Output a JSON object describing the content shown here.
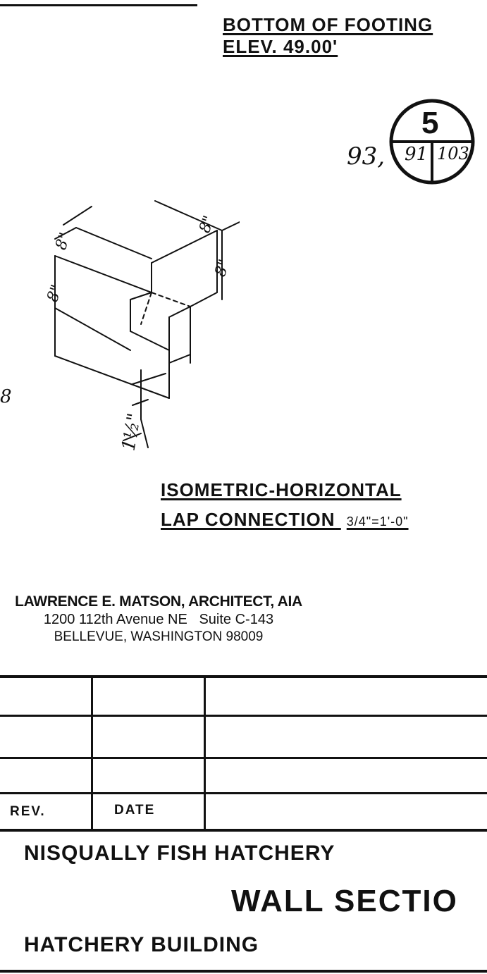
{
  "footing": {
    "line1": "BOTTOM OF FOOTING",
    "line2": "ELEV. 49.00'"
  },
  "detail_marker": {
    "number": "5",
    "left_sheet": "91",
    "right_sheet": "103",
    "side_note": "93,"
  },
  "iso_sketch": {
    "dim_labels": [
      "8\"",
      "8\"",
      "8\"",
      "8\""
    ],
    "bottom_dim": "1½\"",
    "stray_mark": "8"
  },
  "iso_title": {
    "line1": "ISOMETRIC-HORIZONTAL",
    "line2": "LAP CONNECTION",
    "scale": "3/4\"=1'-0\""
  },
  "architect": {
    "name": "LAWRENCE E. MATSON, ARCHITECT, AIA",
    "address1": "1200 112th Avenue NE   Suite C-143",
    "address2": "BELLEVUE, WASHINGTON 98009"
  },
  "revision_table": {
    "rev_header": "REV.",
    "date_header": "DATE"
  },
  "title_block": {
    "project": "NISQUALLY FISH HATCHERY",
    "sheet_title": "WALL SECTIO",
    "building": "HATCHERY BUILDING"
  }
}
